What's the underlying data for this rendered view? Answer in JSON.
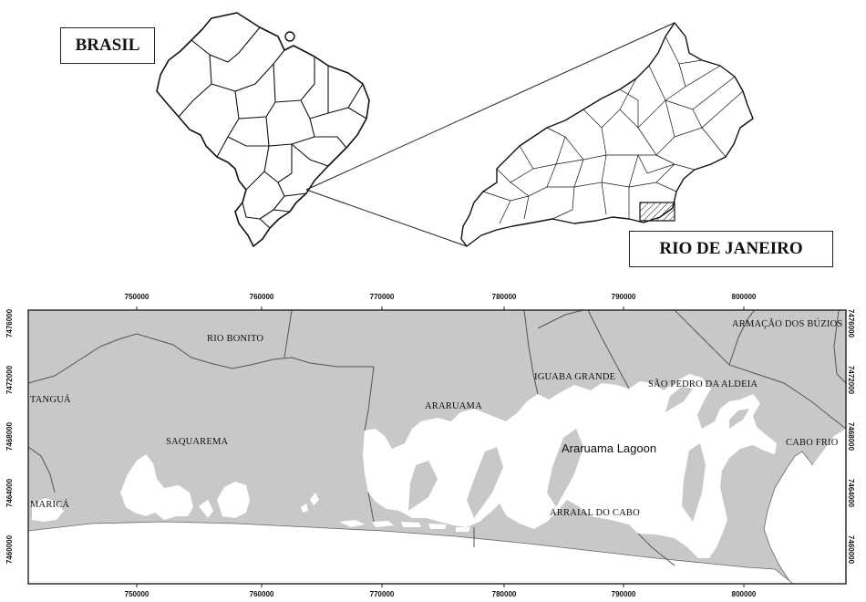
{
  "figure": {
    "country_label": "BRASIL",
    "state_label": "RIO DE JANEIRO"
  },
  "map": {
    "x_ticks": [
      "750000",
      "760000",
      "770000",
      "780000",
      "790000",
      "800000"
    ],
    "y_ticks": [
      "7476000",
      "7472000",
      "7468000",
      "7464000",
      "7460000"
    ],
    "municipalities": {
      "rio_bonito": "RIO BONITO",
      "armacao": "ARMAÇÃO DOS BÚZIOS",
      "iguaba": "IGUABA GRANDE",
      "sao_pedro": "SÃO PEDRO DA ALDEIA",
      "tangua": "TANGUÁ",
      "araruama": "ARARUAMA",
      "saquarema": "SAQUAREMA",
      "cabo_frio": "CABO FRIO",
      "marica": "MARICÁ",
      "arraial": "ARRAIAL DO CABO"
    },
    "lagoon_label": "Araruama Lagoon",
    "colors": {
      "land": "#c8c8c8",
      "water": "#ffffff",
      "boundary": "#555555"
    }
  }
}
